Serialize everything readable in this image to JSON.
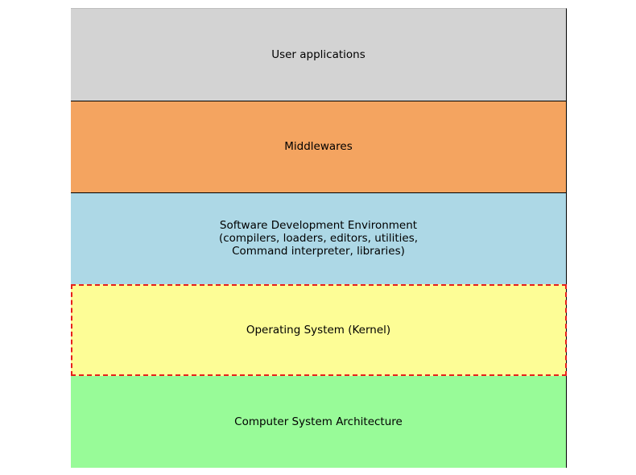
{
  "diagram": {
    "layers": [
      {
        "label": "User applications",
        "color": "#d3d3d3"
      },
      {
        "label": "Middlewares",
        "color": "#f4a460"
      },
      {
        "label": "Software Development Environment\n(compilers, loaders, editors, utilities,\nCommand interpreter, libraries)",
        "color": "#add8e6"
      },
      {
        "label": "Operating System (Kernel)",
        "color": "#fdfd96",
        "highlighted": true
      },
      {
        "label": "Computer System Architecture",
        "color": "#98fb98"
      }
    ],
    "highlight_color": "#e8201a"
  }
}
